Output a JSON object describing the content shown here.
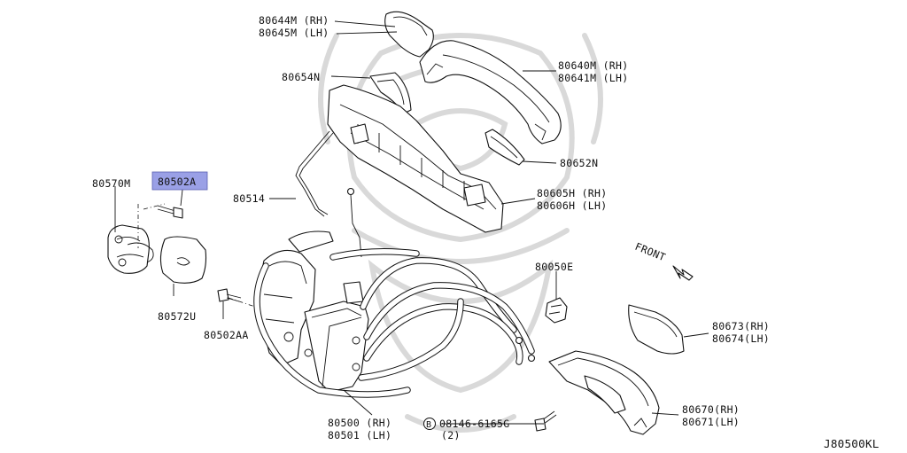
{
  "diagram_ref": "J80500KL",
  "highlight_color": "#9aa0e6",
  "labels": {
    "p80644m": "80644M (RH)",
    "p80645m": "80645M (LH)",
    "p80640m": "80640M (RH)",
    "p80641m": "80641M (LH)",
    "p80654n": "80654N",
    "p80652n": "80652N",
    "p80514": "80514",
    "p80605h": "80605H (RH)",
    "p80606h": "80606H (LH)",
    "p80570m": "80570M",
    "p80502a": "80502A",
    "p80572u": "80572U",
    "p80502aa": "80502AA",
    "p80050e": "80050E",
    "front": "FRONT",
    "p80673": "80673(RH)",
    "p80674": "80674(LH)",
    "p80670": "80670(RH)",
    "p80671": "80671(LH)",
    "p80500": "80500 (RH)",
    "p80501": "80501 (LH)",
    "bolt_symbol": "B",
    "p08146": "08146-6165G",
    "bolt_qty": "(2)"
  }
}
